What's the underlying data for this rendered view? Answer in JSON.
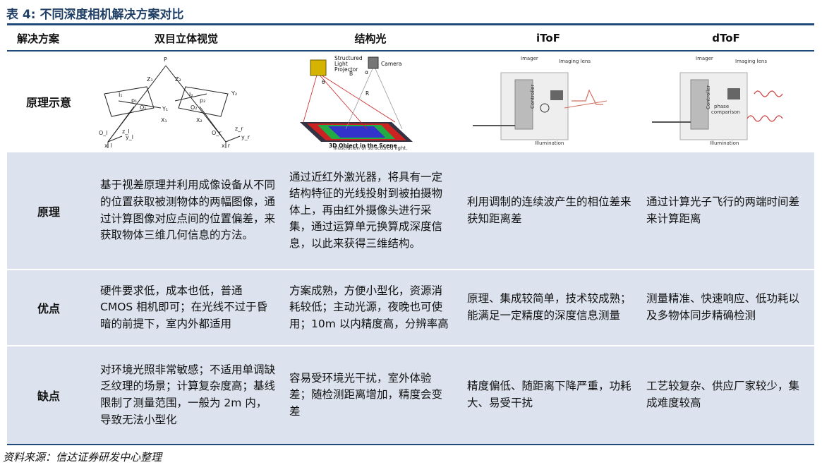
{
  "title": "表 4:  不同深度相机解决方案对比",
  "header": {
    "col0": "解决方案",
    "col1": "双目立体视觉",
    "col2": "结构光",
    "col3": "iToF",
    "col4": "dToF"
  },
  "rows": {
    "diagram_label": "原理示意",
    "principle": {
      "label": "原理",
      "stereo": "基于视差原理并利用成像设备从不同的位置获取被测物体的两幅图像，通过计算图像对应点间的位置偏差，来获取物体三维几何信息的方法。",
      "structured": "通过近红外激光器，将具有一定结构特征的光线投射到被拍摄物体上，再由红外摄像头进行采集，通过运算单元换算成深度信息，以此来获得三维结构。",
      "itof": "利用调制的连续波产生的相位差来获知距离差",
      "dtof": "通过计算光子飞行的两端时间差来计算距离"
    },
    "pros": {
      "label": "优点",
      "stereo": "硬件要求低，成本也低，普通 CMOS 相机即可；在光线不过于昏暗的前提下，室内外都适用",
      "structured": "方案成熟，方便小型化，资源消耗较低；主动光源，夜晚也可使用；10m 以内精度高，分辨率高",
      "itof": "原理、集成较简单，技术较成熟；能满足一定精度的深度信息测量",
      "dtof": "测量精准、快速响应、低功耗以及多物体同步精确检测"
    },
    "cons": {
      "label": "缺点",
      "stereo": "对环境光照非常敏感；不适用单调缺乏纹理的场景；计算复杂度高；基线限制了测量范围，一般为 2m 内，导致无法小型化",
      "structured": "容易受环境光干扰，室外体验差；随检测距离增加，精度会变差",
      "itof": "精度偏低、随距离下降严重，功耗大、易受干扰",
      "dtof": "工艺较复杂、供应厂家较少，集成难度较高"
    }
  },
  "figures": {
    "stereo": {
      "labels": [
        "P",
        "I₁",
        "I₂",
        "X₁",
        "Y₁",
        "Z₁",
        "O₁",
        "X₂",
        "Y₂",
        "Z₂",
        "O₂",
        "p₁",
        "p₂",
        "O_l",
        "O_r",
        "x_l",
        "y_l",
        "z_l",
        "x_r",
        "y_r",
        "z_r"
      ]
    },
    "structured": {
      "labels": [
        "Structured Light Projector",
        "Camera",
        "B",
        "α",
        "θ",
        "R",
        "3D Object in the Scene"
      ],
      "caption": "Illustration of structured light."
    },
    "itof": {
      "labels": [
        "Imager",
        "Imaging lens",
        "Controller",
        "Illumination"
      ]
    },
    "dtof": {
      "labels": [
        "Imager",
        "Imaging lens",
        "Controller",
        "phase comparison",
        "Illumination"
      ]
    }
  },
  "source": "资料来源：信达证券研发中心整理"
}
